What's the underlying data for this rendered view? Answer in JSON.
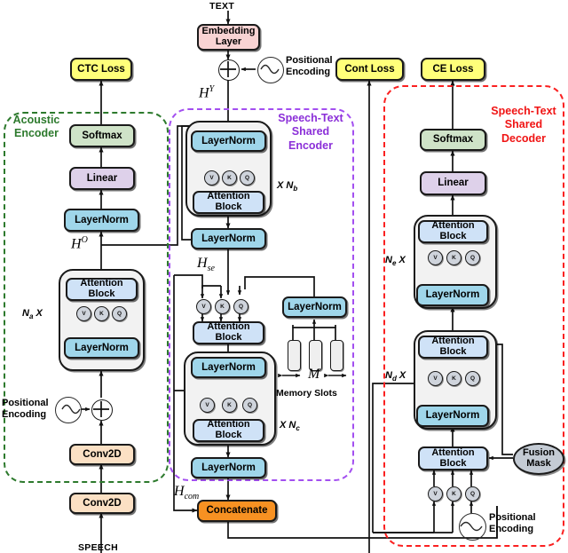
{
  "figure": {
    "kind": "neural-network-architecture-diagram",
    "io_labels": {
      "text_input": "TEXT",
      "speech_input": "SPEECH"
    }
  },
  "regions": [
    {
      "key": "acoustic_encoder",
      "label": "Acoustic\nEncoder",
      "color": "#2d7a2d"
    },
    {
      "key": "shared_encoder",
      "label": "Speech-Text\nShared\nEncoder",
      "color": "#8b2fd8"
    },
    {
      "key": "shared_decoder",
      "label": "Speech-Text\nShared\nDecoder",
      "color": "#f01414"
    }
  ],
  "losses": {
    "ctc": "CTC Loss",
    "cont": "Cont Loss",
    "ce": "CE Loss"
  },
  "blocks": {
    "embedding_layer": "Embedding\nLayer",
    "softmax": "Softmax",
    "linear": "Linear",
    "layernorm": "LayerNorm",
    "attention_block": "Attention\nBlock",
    "conv2d": "Conv2D",
    "concatenate": "Concatenate",
    "fusion_mask": "Fusion\nMask"
  },
  "acoustic_encoder": {
    "title": "Acoustic Encoder",
    "stack": [
      "Conv2D",
      "Conv2D",
      "LayerNorm",
      "Attention Block",
      "LayerNorm",
      "Linear",
      "Softmax",
      "CTC Loss"
    ],
    "repeat_label": "N",
    "repeat_sub": "a",
    "repeat_suffix": "X",
    "positional_encoding": "Positional\nEncoding",
    "output_symbol": "H",
    "output_sup": "O"
  },
  "shared_encoder": {
    "title": "Speech-Text Shared Encoder",
    "text_input_symbol": "H",
    "text_input_sup": "Y",
    "se_symbol": "H",
    "se_sub": "se",
    "com_symbol": "H",
    "com_sub": "com",
    "repeat_nb": {
      "prefix": "X",
      "name": "N",
      "sub": "b"
    },
    "repeat_nc": {
      "prefix": "X",
      "name": "N",
      "sub": "c"
    },
    "memory": {
      "layernorm": "LayerNorm",
      "width_symbol": "M",
      "caption": "Memory Slots",
      "slot_count": 3
    },
    "concatenate": "Concatenate"
  },
  "shared_decoder": {
    "title": "Speech-Text Shared Decoder",
    "repeat_ne": {
      "name": "N",
      "sub": "e",
      "suffix": "X"
    },
    "repeat_nd": {
      "name": "N",
      "sub": "d",
      "suffix": "X"
    },
    "fusion_mask": "Fusion\nMask",
    "positional_encoding": "Positional\nEncoding",
    "stack": [
      "Attention Block",
      "LayerNorm",
      "Attention Block",
      "LayerNorm",
      "Attention Block",
      "Linear",
      "Softmax",
      "CE Loss"
    ]
  },
  "attention_ports": {
    "v": "V",
    "k": "K",
    "q": "Q"
  },
  "positional_encoding_label": "Positional\nEncoding",
  "colors": {
    "loss": "#ffff7a",
    "embedding": "#f8d3d3",
    "softmax": "#cfe3c8",
    "linear": "#ded1ea",
    "layernorm": "#9fd6ea",
    "attention": "#cfe2f7",
    "conv2d": "#fbe0c4",
    "concatenate": "#f79122",
    "fusion_mask": "#c4cbd4",
    "group_fill": "#f2f2f2",
    "acoustic_region": "#2d7a2d",
    "encoder_region": "#a34ff0",
    "decoder_region": "#fa2020"
  }
}
